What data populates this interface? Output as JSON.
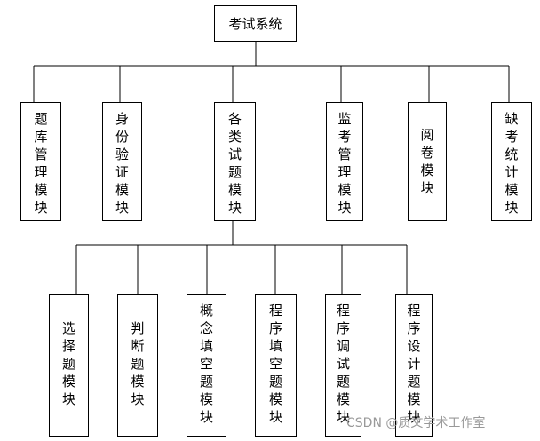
{
  "diagram": {
    "root": {
      "label": "考试系统"
    },
    "modules": [
      {
        "label": "题库管理模块"
      },
      {
        "label": "身份验证模块"
      },
      {
        "label": "各类试题模块"
      },
      {
        "label": "监考管理模块"
      },
      {
        "label": "阅卷模块"
      },
      {
        "label": "缺考统计模块"
      }
    ],
    "question_types": [
      {
        "label": "选择题模块"
      },
      {
        "label": "判断题模块"
      },
      {
        "label": "概念填空题模块"
      },
      {
        "label": "程序填空题模块"
      },
      {
        "label": "程序调试题模块"
      },
      {
        "label": "程序设计题模块"
      }
    ]
  },
  "watermark": "CSDN @质文学术工作室",
  "colors": {
    "line": "#000000",
    "box_border": "#000000",
    "background": "#ffffff",
    "watermark": "#999999"
  }
}
